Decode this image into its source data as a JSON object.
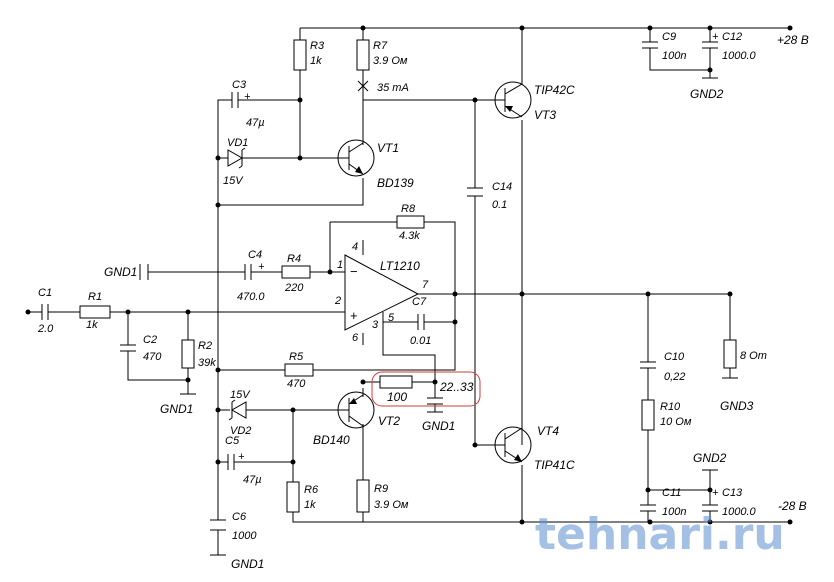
{
  "labels": {
    "r3_name": "R3",
    "r3_val": "1k",
    "r7_name": "R7",
    "r7_val": "3.9 Ом",
    "current": "35 mA",
    "c3_name": "C3",
    "c3_val": "47µ",
    "plus": "+",
    "vd1_name": "VD1",
    "vd1_val": "15V",
    "vt1_name": "VT1",
    "vt1_type": "BD139",
    "vt3_name": "VT3",
    "vt3_type": "TIP42C",
    "c9_name": "C9",
    "c9_val": "100n",
    "c12_name": "C12",
    "c12_val": "1000.0",
    "vplus": "+28 В",
    "gnd2_top": "GND2",
    "c14_name": "C14",
    "c14_val": "0.1",
    "r8_name": "R8",
    "r8_val": "4.3k",
    "gnd1_left": "GND1",
    "c4_name": "C4",
    "c4_val": "470.0",
    "r4_name": "R4",
    "r4_val": "220",
    "opamp": "LT1210",
    "pin1": "1",
    "pin2": "2",
    "pin3": "3",
    "pin4": "4",
    "pin5": "5",
    "pin6": "6",
    "pin7": "7",
    "c7_name": "C7",
    "c7_val": "0.01",
    "c1_name": "C1",
    "c1_val": "2.0",
    "r1_name": "R1",
    "r1_val": "1k",
    "c2_name": "C2",
    "c2_val": "470",
    "r2_name": "R2",
    "r2_val": "39k",
    "gnd1_mid": "GND1",
    "r5_name": "R5",
    "r5_val": "470",
    "rx_val": "100",
    "cx_val": "22..33",
    "gnd1_x": "GND1",
    "c10_name": "C10",
    "c10_val": "0,22",
    "r10_name": "R10",
    "r10_val": "10 Ом",
    "load_val": "8 От",
    "gnd3": "GND3",
    "vd2_name": "VD2",
    "vd2_val": "15V",
    "vt2_name": "VT2",
    "vt2_type": "BD140",
    "vt4_name": "VT4",
    "vt4_type": "TIP41C",
    "c5_name": "C5",
    "c5_val": "47µ",
    "r6_name": "R6",
    "r6_val": "1k",
    "r9_name": "R9",
    "r9_val": "3.9 Ом",
    "c6_name": "C6",
    "c6_val": "1000",
    "gnd1_bottom": "GND1",
    "gnd2_bot": "GND2",
    "c11_name": "C11",
    "c11_val": "100n",
    "c13_name": "C13",
    "c13_val": "1000.0",
    "vminus": "-28 В",
    "watermark": "tehnari.ru"
  }
}
